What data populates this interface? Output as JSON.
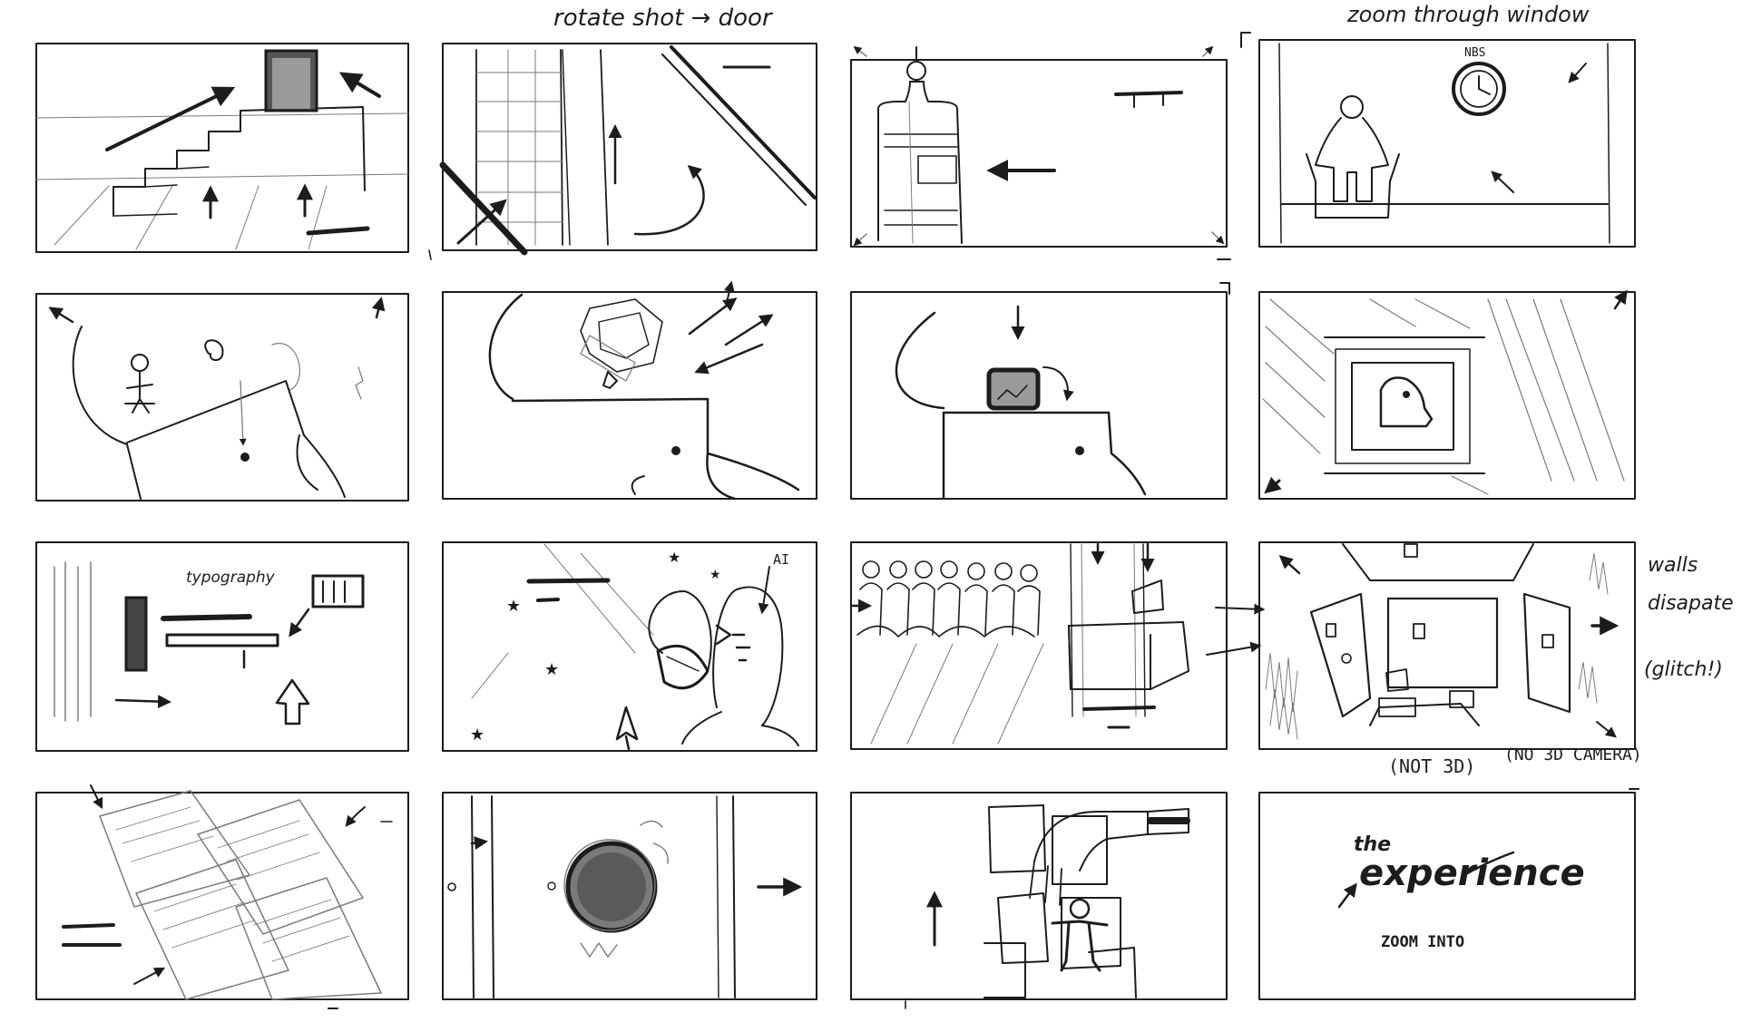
{
  "notes": {
    "rotate_shot": "rotate shot → door",
    "zoom_window": "zoom through window",
    "nbs": "NBS",
    "typography": "typography",
    "ai": "AI",
    "walls_1": "walls",
    "walls_2": "disapate",
    "glitch": "(glitch!)",
    "not_3d": "(NOT 3D)",
    "no_3d_camera": "(NO 3D CAMERA)",
    "title_small": "the",
    "title_big": "experience",
    "zoom_into": "ZOOM INTO"
  },
  "panels": [
    {
      "id": 1,
      "icon": "stairs-door-sketch"
    },
    {
      "id": 2,
      "icon": "window-frame-sketch"
    },
    {
      "id": 3,
      "icon": "tower-sketch"
    },
    {
      "id": 4,
      "icon": "seated-figure-clock-sketch"
    },
    {
      "id": 5,
      "icon": "head-profile-figure-sketch"
    },
    {
      "id": 6,
      "icon": "head-profile-explosion-sketch"
    },
    {
      "id": 7,
      "icon": "head-profile-box-sketch"
    },
    {
      "id": 8,
      "icon": "tunnel-head-sketch"
    },
    {
      "id": 9,
      "icon": "typography-ui-sketch"
    },
    {
      "id": 10,
      "icon": "faces-ai-sketch"
    },
    {
      "id": 11,
      "icon": "crowd-box-sketch"
    },
    {
      "id": 12,
      "icon": "room-walls-sketch"
    },
    {
      "id": 13,
      "icon": "papers-sketch"
    },
    {
      "id": 14,
      "icon": "dark-orb-sketch"
    },
    {
      "id": 15,
      "icon": "hands-figure-sketch"
    },
    {
      "id": 16,
      "icon": "title-card-sketch"
    }
  ],
  "colors": {
    "ink": "#1c1c1c",
    "pencil": "#7a7a7a",
    "paper": "#ffffff"
  }
}
